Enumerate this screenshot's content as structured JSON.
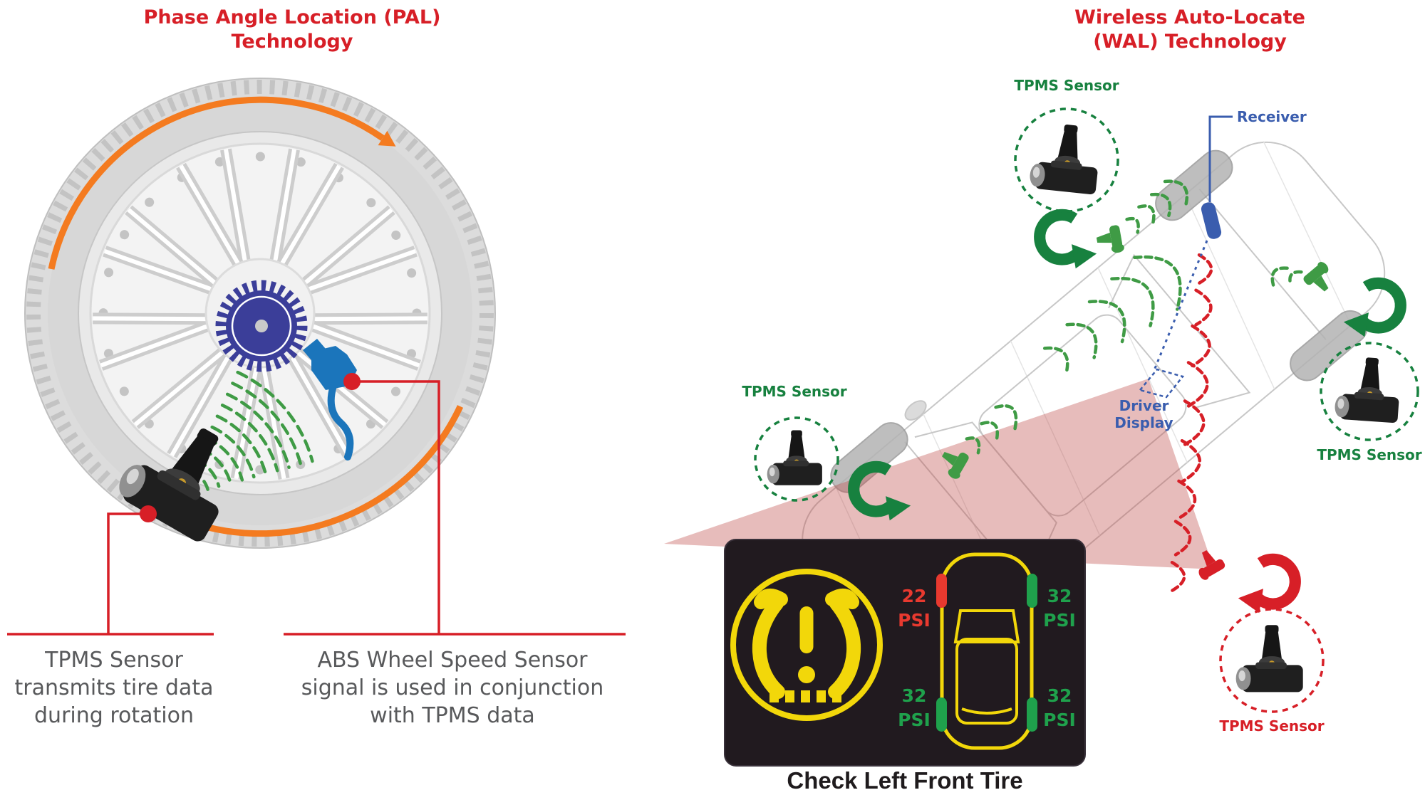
{
  "colors": {
    "red": "#d71f27",
    "orange": "#f47b20",
    "green": "#17813f",
    "green_wave": "#3f9b45",
    "blue": "#3a5dae",
    "gear_blue": "#3b3e99",
    "sensor_blue": "#1b75bb",
    "gray_text": "#58595b",
    "panel_bg": "#211a1f",
    "yellow": "#f2d70a",
    "psi_red": "#e8392f",
    "psi_green": "#1fa14c",
    "beam": "#c0504d"
  },
  "pal": {
    "title": "Phase Angle Location (PAL)\nTechnology",
    "captions": {
      "tpms": "TPMS Sensor\ntransmits tire data\nduring rotation",
      "abs": "ABS Wheel Speed Sensor\nsignal is used in conjunction\nwith TPMS data"
    }
  },
  "wal": {
    "title": "Wireless Auto-Locate\n(WAL) Technology",
    "labels": {
      "sensor_top": "TPMS Sensor",
      "sensor_left": "TPMS Sensor",
      "sensor_right": "TPMS Sensor",
      "sensor_bottom": "TPMS Sensor",
      "receiver": "Receiver",
      "driver_display": "Driver\nDisplay"
    },
    "display": {
      "caption": "Check Left Front Tire",
      "tires": {
        "front_left": {
          "value": "22",
          "unit": "PSI",
          "status": "low"
        },
        "front_right": {
          "value": "32",
          "unit": "PSI",
          "status": "ok"
        },
        "rear_left": {
          "value": "32",
          "unit": "PSI",
          "status": "ok"
        },
        "rear_right": {
          "value": "32",
          "unit": "PSI",
          "status": "ok"
        }
      }
    }
  }
}
